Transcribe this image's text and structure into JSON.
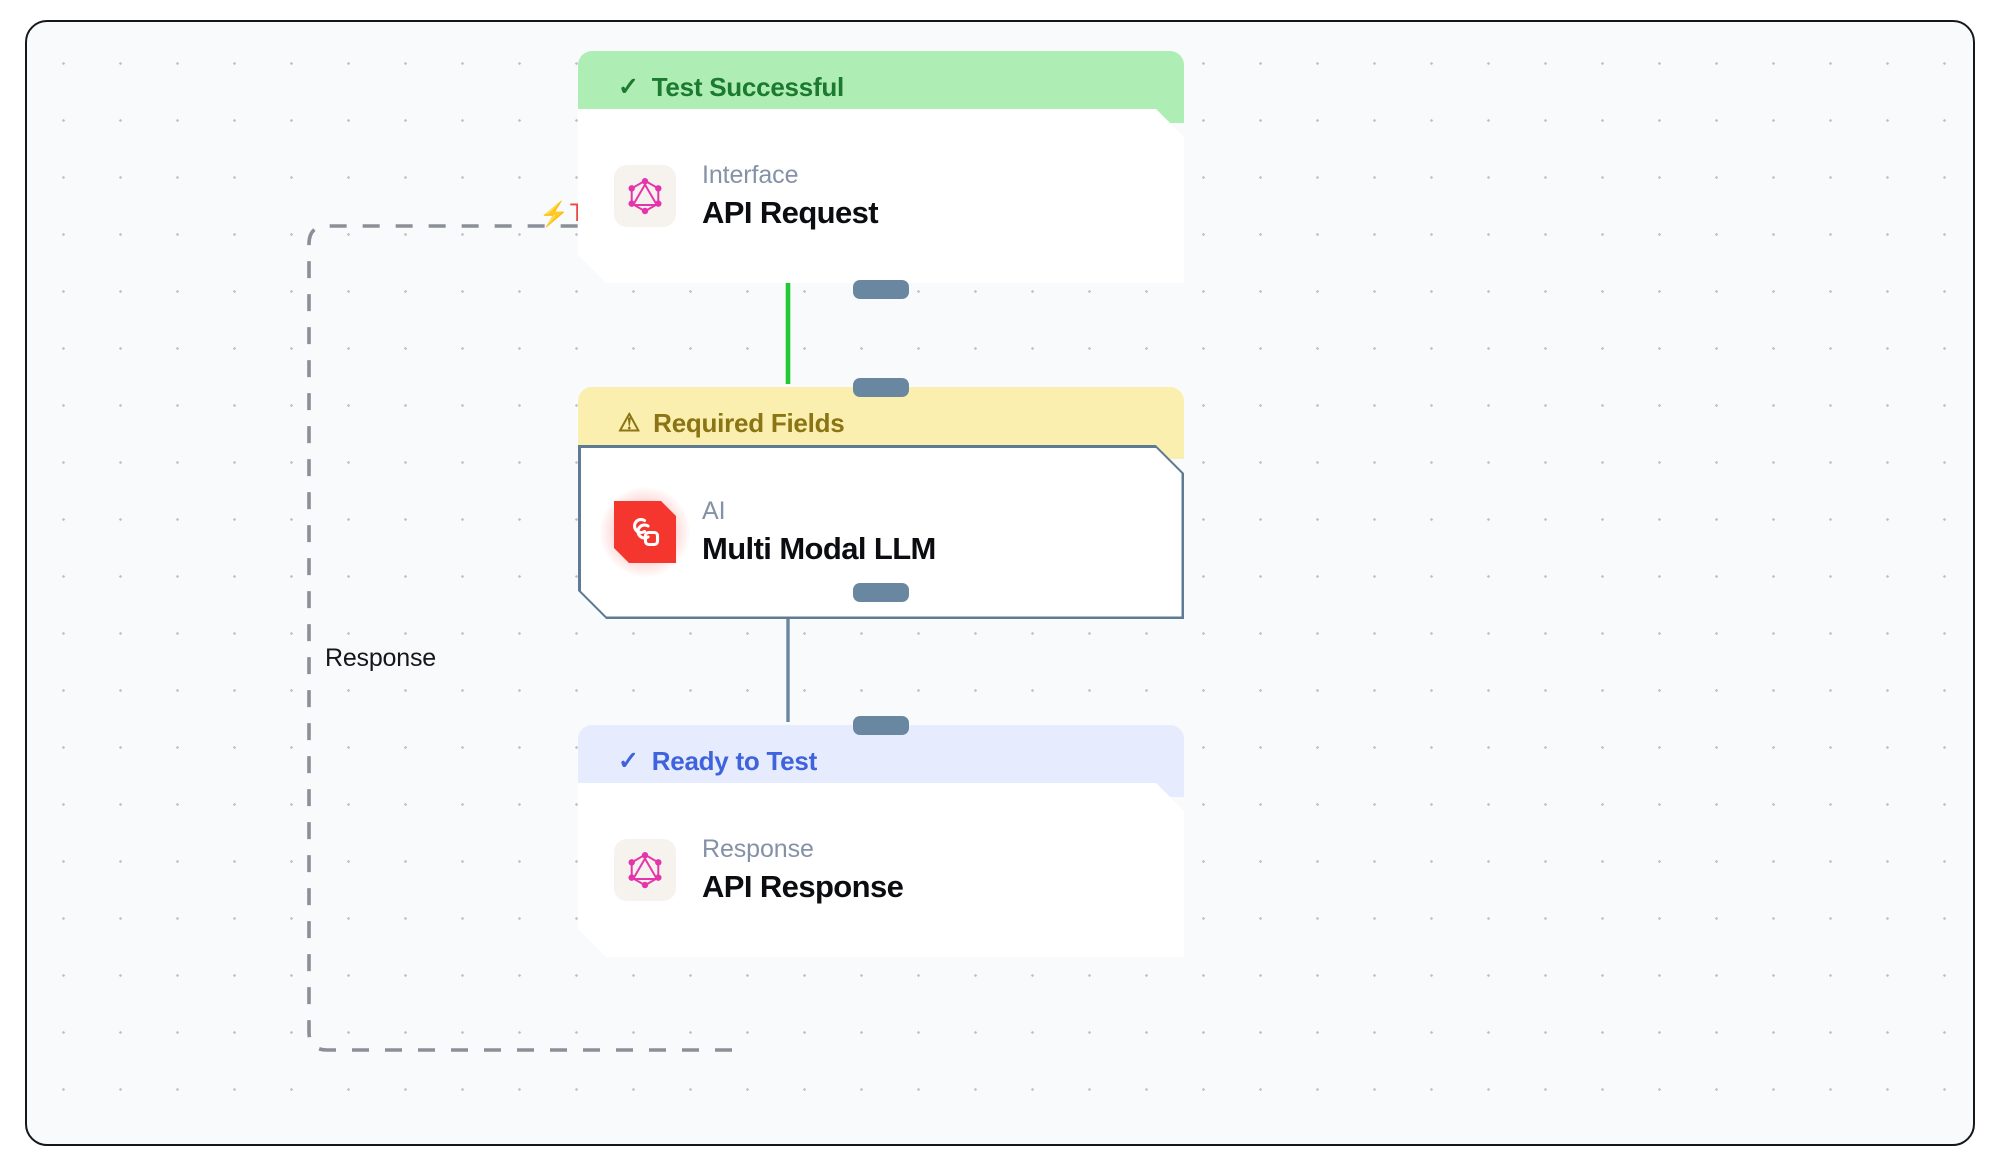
{
  "canvas": {
    "background_color": "#f9fafb",
    "grid": "dot-grid",
    "frame_border_color": "#15171a"
  },
  "edges": [
    {
      "id": "trigger-edge",
      "label": "Trigger",
      "icon": "lightning-bolt-icon",
      "color": "#ef4444",
      "style": "dashed",
      "from": "api-response-node",
      "to": "api-request-node"
    },
    {
      "id": "response-edge",
      "label": "Response",
      "color": "#15171a",
      "style": "dashed"
    },
    {
      "id": "request-to-llm-edge",
      "color": "#22c932",
      "style": "solid",
      "from": "api-request-node",
      "to": "multi-modal-llm-node"
    },
    {
      "id": "llm-to-response-edge",
      "color": "#6a87a2",
      "style": "solid",
      "from": "multi-modal-llm-node",
      "to": "api-response-node"
    }
  ],
  "nodes": [
    {
      "id": "api-request-node",
      "badge": {
        "text": "Test Successful",
        "icon": "check-icon",
        "icon_glyph": "✓",
        "variant": "green",
        "bg_color": "#aeedb4",
        "text_color": "#1b7a2e"
      },
      "icon": "graphql-icon",
      "kind": "Interface",
      "title": "API Request",
      "selected": false
    },
    {
      "id": "multi-modal-llm-node",
      "badge": {
        "text": "Required Fields",
        "icon": "warning-triangle-icon",
        "icon_glyph": "⚠",
        "variant": "yellow",
        "bg_color": "#faefaf",
        "text_color": "#8a7414"
      },
      "icon": "ai-model-icon",
      "kind": "AI",
      "title": "Multi Modal LLM",
      "selected": true
    },
    {
      "id": "api-response-node",
      "badge": {
        "text": "Ready to Test",
        "icon": "check-icon",
        "icon_glyph": "✓",
        "variant": "blue",
        "bg_color": "#e6ecfd",
        "text_color": "#3e63dd"
      },
      "icon": "graphql-icon",
      "kind": "Response",
      "title": "API Response",
      "selected": false
    }
  ]
}
